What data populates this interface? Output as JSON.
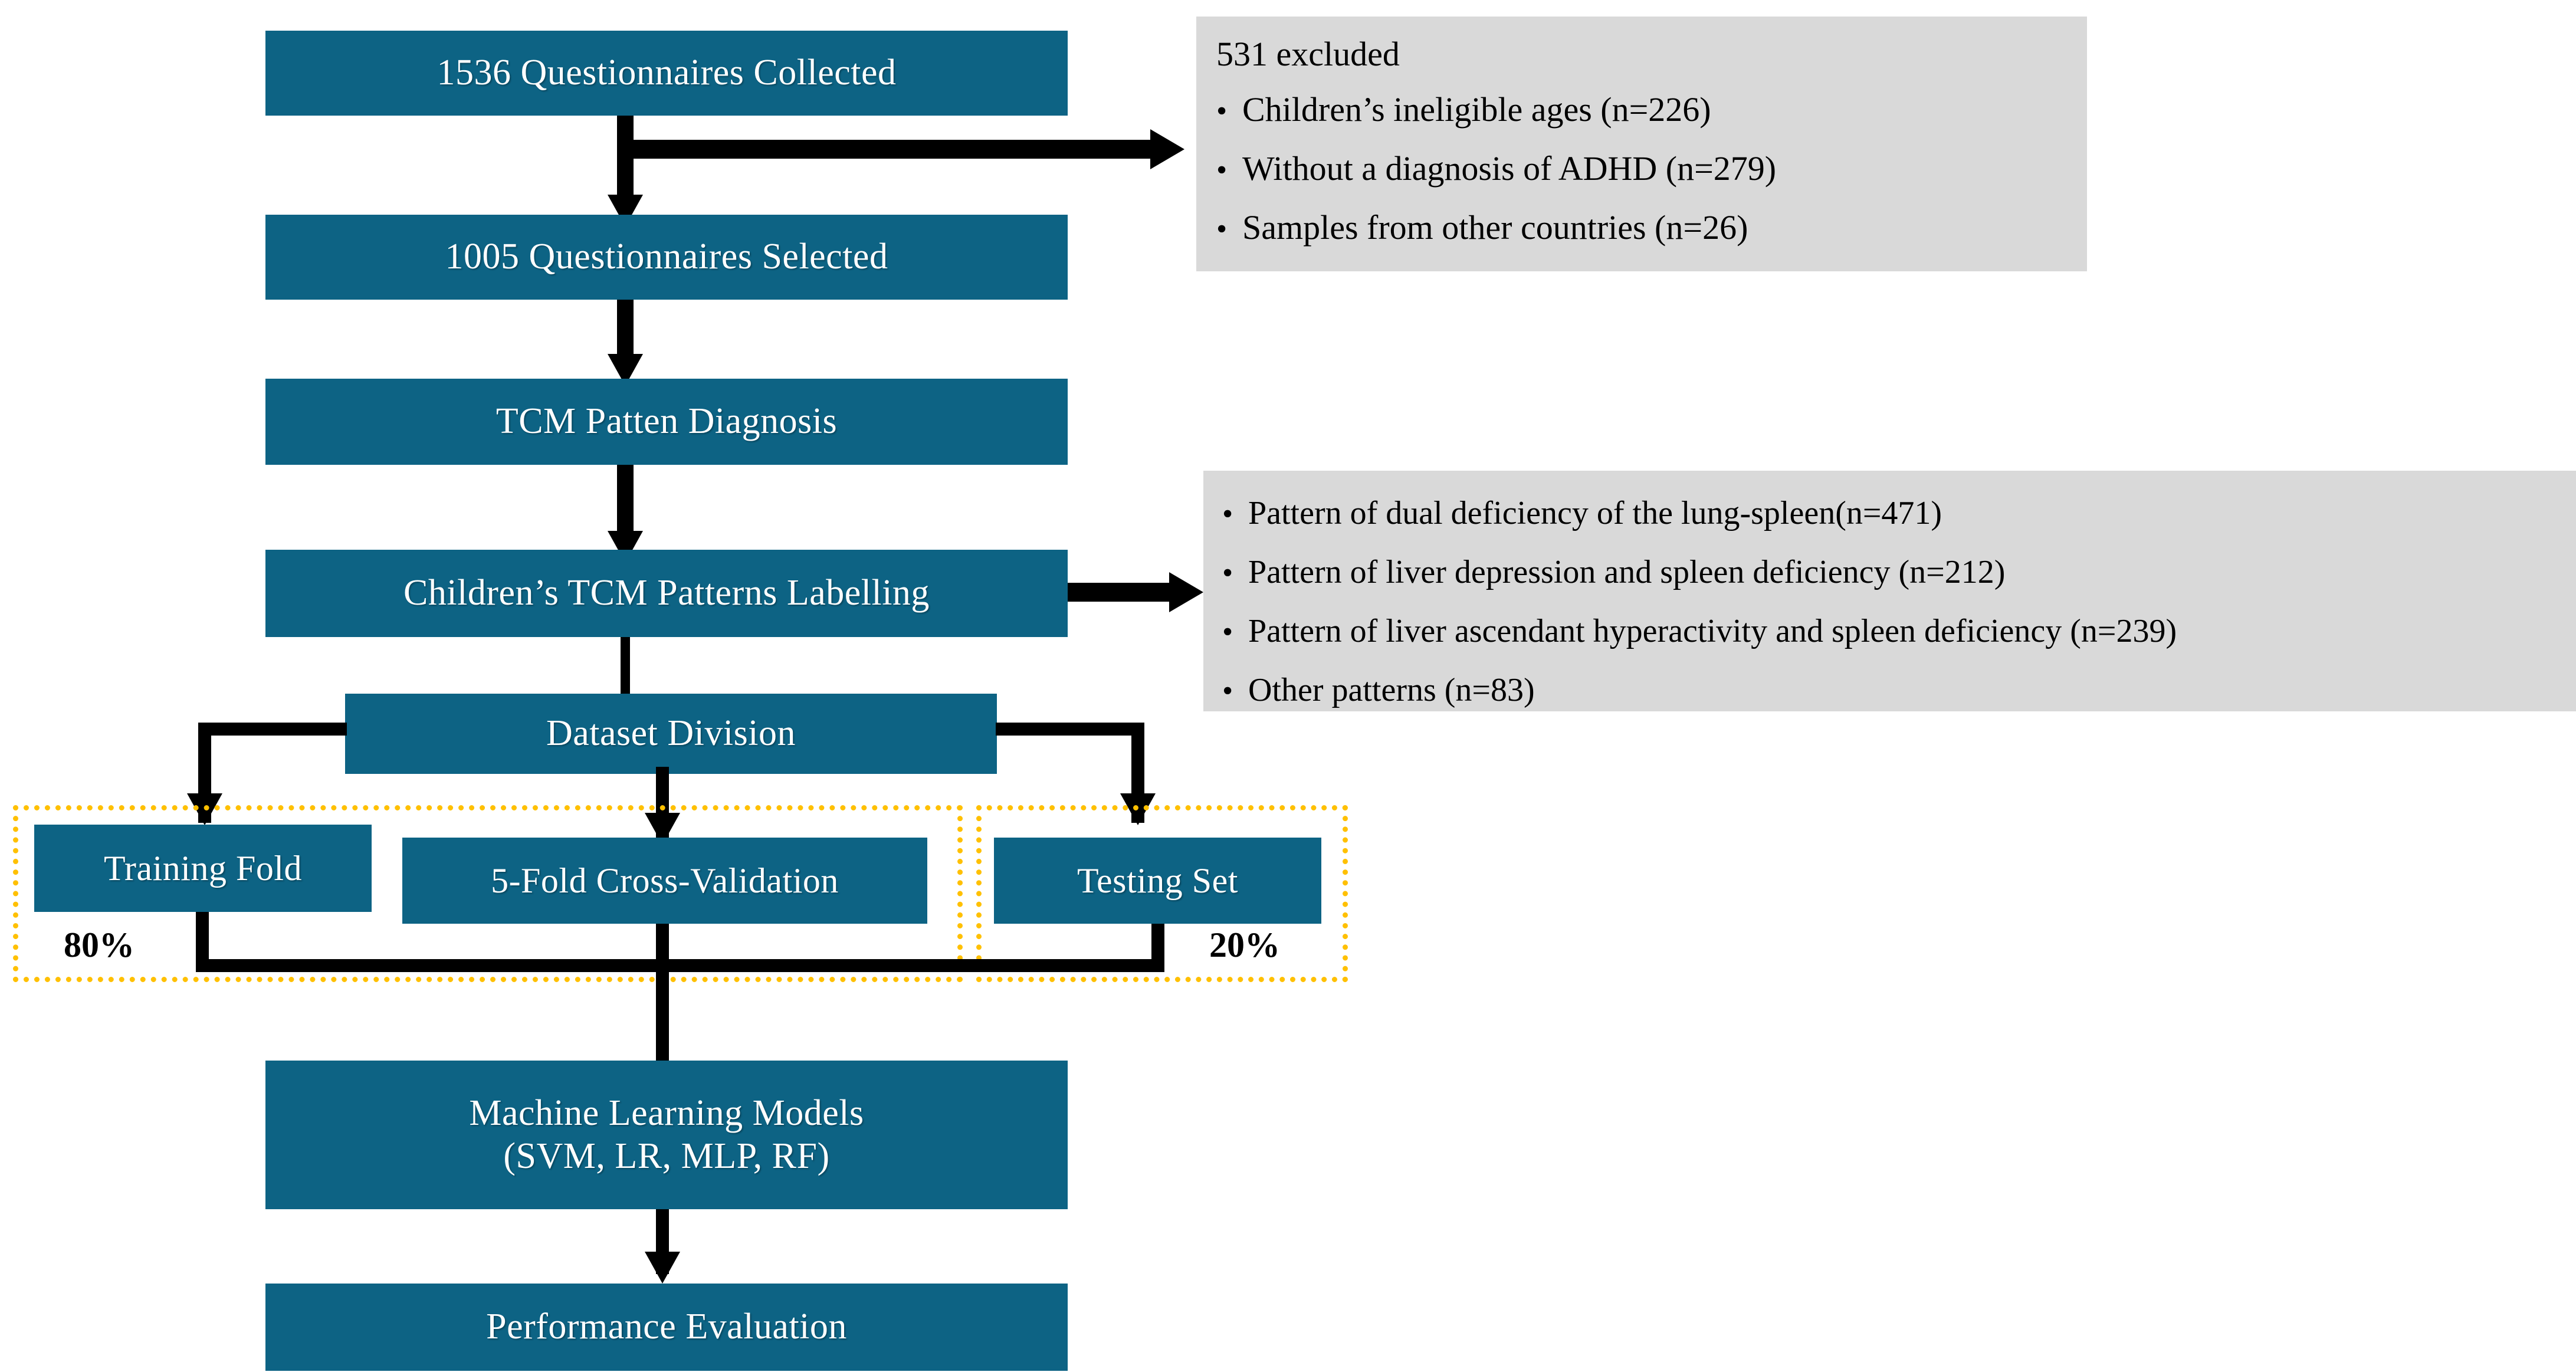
{
  "diagram": {
    "title": "Study flowchart: questionnaire screening, TCM pattern labelling and machine-learning pipeline",
    "colors": {
      "process_box": "#0d6384",
      "process_text": "#ffffff",
      "callout_box": "#d9d9d9",
      "connector": "#000000",
      "split_border": "#ffc000"
    }
  },
  "nodes": {
    "collected": "1536 Questionnaires Collected",
    "selected": "1005 Questionnaires Selected",
    "diagnosis": "TCM Patten Diagnosis",
    "labelling": "Children’s TCM Patterns Labelling",
    "division": "Dataset Division",
    "training_fold": "Training Fold",
    "cross_validation": "5-Fold Cross-Validation",
    "testing_set": "Testing Set",
    "models_line1": "Machine Learning Models",
    "models_line2": "(SVM, LR, MLP, RF)",
    "evaluation": "Performance Evaluation"
  },
  "excluded": {
    "heading": "531 excluded",
    "bullet_glyph": "•",
    "items": [
      "Children’s ineligible ages (n=226)",
      "Without a diagnosis of ADHD (n=279)",
      "Samples from other countries (n=26)"
    ]
  },
  "patterns": {
    "bullet_glyph": "•",
    "items": [
      "Pattern of dual deficiency of the lung-spleen(n=471)",
      "Pattern of liver depression and spleen deficiency (n=212)",
      "Pattern of liver ascendant hyperactivity and spleen deficiency (n=239)",
      "Other patterns (n=83)"
    ]
  },
  "split": {
    "train_percent": "80%",
    "test_percent": "20%"
  },
  "chart_data": {
    "type": "table",
    "title": "Study flowchart counts",
    "categories": [
      "Questionnaires collected",
      "Excluded – ineligible ages",
      "Excluded – no ADHD diagnosis",
      "Excluded – other countries",
      "Total excluded",
      "Questionnaires selected",
      "Dual deficiency of the lung-spleen",
      "Liver depression and spleen deficiency",
      "Liver ascendant hyperactivity and spleen deficiency",
      "Other patterns",
      "Training split (%)",
      "Testing split (%)",
      "Cross-validation folds"
    ],
    "values": [
      1536,
      226,
      279,
      26,
      531,
      1005,
      471,
      212,
      239,
      83,
      80,
      20,
      5
    ]
  }
}
